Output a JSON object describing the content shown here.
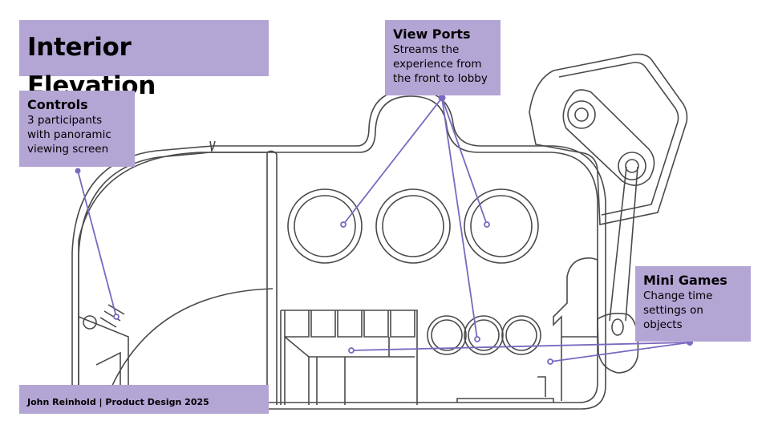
{
  "title": "Interior Elevation",
  "footer": "John Reinhold | Product Design 2025",
  "callouts": {
    "controls": {
      "title": "Controls",
      "body": "3 participants with panoramic viewing screen"
    },
    "viewports": {
      "title": "View Ports",
      "body": "Streams the experience from the front to lobby"
    },
    "minigames": {
      "title": "Mini Games",
      "body": "Change time settings on objects"
    }
  },
  "colors": {
    "accent": "#b3a5d4",
    "leader": "#7b68c0",
    "line": "#4a4a4a"
  }
}
